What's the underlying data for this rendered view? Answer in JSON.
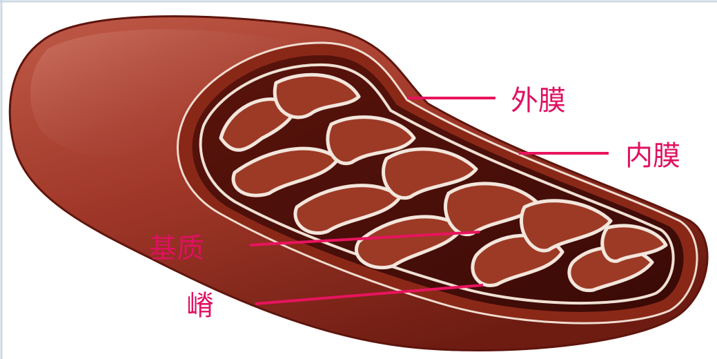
{
  "labels": {
    "outer_membrane": "外膜",
    "inner_membrane": "内膜",
    "matrix": "基质",
    "cristae": "嵴"
  },
  "colors": {
    "label_text": "#e01060",
    "leader_line": "#e8145e",
    "membrane_dark": "#7a1e14",
    "membrane_mid": "#a8402c",
    "cristae_light": "#f3e6dc"
  }
}
